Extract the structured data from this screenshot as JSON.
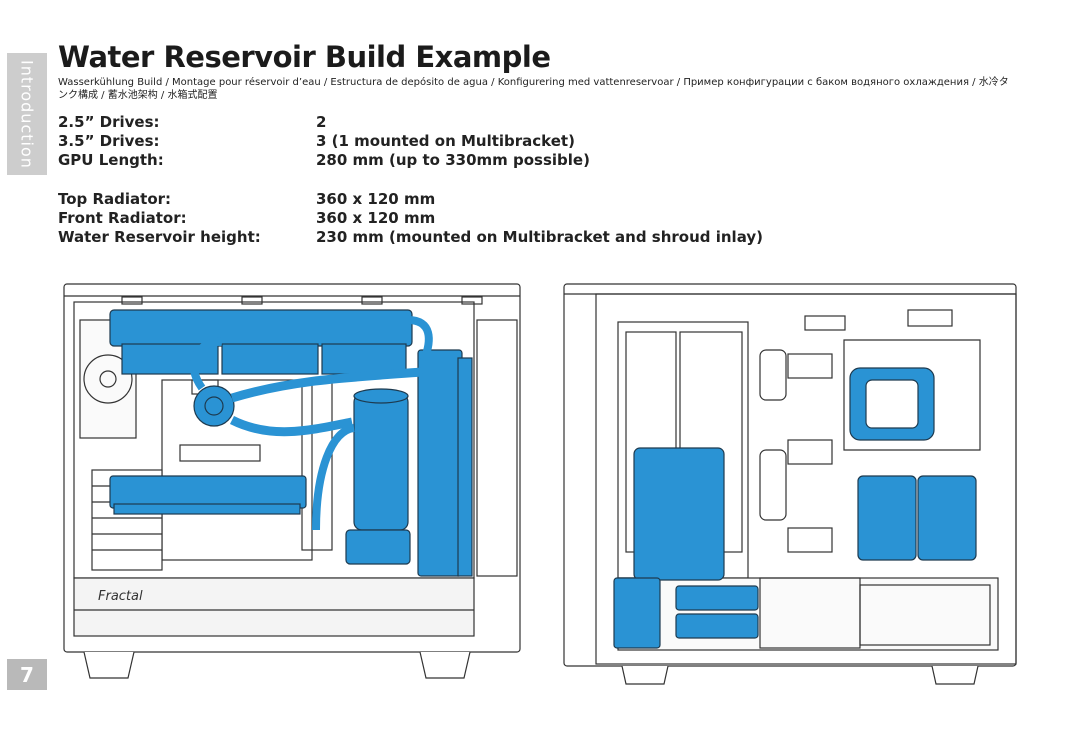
{
  "side_tab": {
    "label": "Introduction"
  },
  "page_number": "7",
  "title": "Water Reservoir Build Example",
  "subtitle": "Wasserkühlung Build / Montage pour réservoir d’eau / Estructura de depósito de agua / Konfigurering med vattenreservoar / Пример конфигурации с баком водяного охлаждения / 水冷タンク構成 / 蓄水池架构 / 水箱式配置",
  "specs_group1": [
    {
      "label": "2.5” Drives:",
      "value": "2"
    },
    {
      "label": "3.5” Drives:",
      "value": "3 (1 mounted on Multibracket)"
    },
    {
      "label": "GPU Length:",
      "value": "280 mm (up to 330mm possible)"
    }
  ],
  "specs_group2": [
    {
      "label": "Top Radiator:",
      "value": "360 x 120 mm"
    },
    {
      "label": "Front Radiator:",
      "value": "360 x 120 mm"
    },
    {
      "label": "Water Reservoir height:",
      "value": "230 mm (mounted on Multibracket and shroud inlay)"
    }
  ],
  "brand_logo_text": "Fractal",
  "colors": {
    "accent_blue": "#2a93d4",
    "line": "#333333",
    "tab_gray": "#cdcdcd",
    "page_num_gray": "#b9b9b9"
  }
}
